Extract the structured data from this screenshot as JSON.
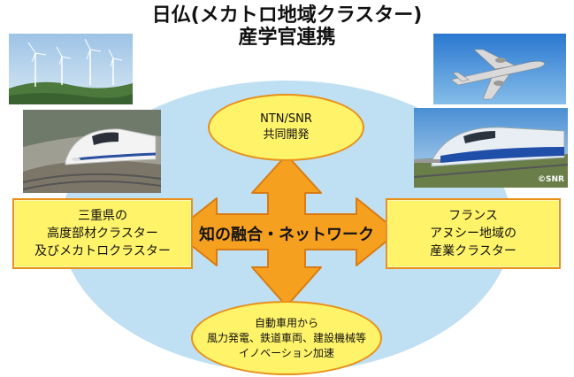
{
  "header": {
    "title_line1": "日仏(メカトロ地域クラスター)",
    "title_line2": "産学官連携"
  },
  "nodes": {
    "top": {
      "line1": "NTN/SNR",
      "line2": "共同開発"
    },
    "left": {
      "line1": "三重県の",
      "line2": "高度部材クラスター",
      "line3": "及びメカトロクラスター"
    },
    "right": {
      "line1": "フランス",
      "line2": "アヌシー地域の",
      "line3": "産業クラスター"
    },
    "bottom": {
      "line1": "自動車用から",
      "line2": "風力発電、鉄道車両、建設機械等",
      "line3": "イノベーション加速"
    }
  },
  "center": {
    "label": "知の融合・ネットワーク"
  },
  "photos": {
    "wind": "wind-turbines-photo",
    "shinkansen": "shinkansen-photo",
    "airplane": "airplane-photo",
    "tgv": "tgv-train-photo",
    "credit": "©SNR"
  },
  "colors": {
    "background_ellipse": "#bfe0f3",
    "box_fill": "#fff36a",
    "box_border": "#e8901a",
    "arrow_fill": "#f6a01f",
    "arrow_border": "#d97b12"
  }
}
